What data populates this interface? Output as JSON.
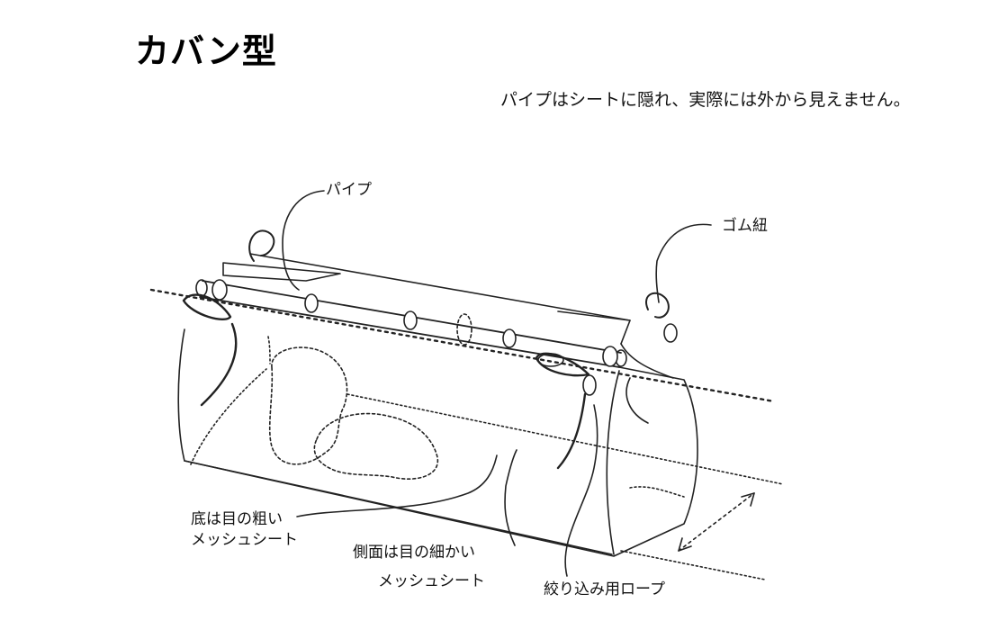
{
  "title": "カバン型",
  "note": "パイプはシートに隠れ、実際には外から見えません。",
  "labels": {
    "pipe": "パイプ",
    "rubber_cord": "ゴム紐",
    "bottom_line1": "底は目の粗い",
    "bottom_line2": "メッシュシート",
    "side_line1": "側面は目の細かい",
    "side_line2": "メッシュシート",
    "rope": "絞り込み用ロープ"
  }
}
